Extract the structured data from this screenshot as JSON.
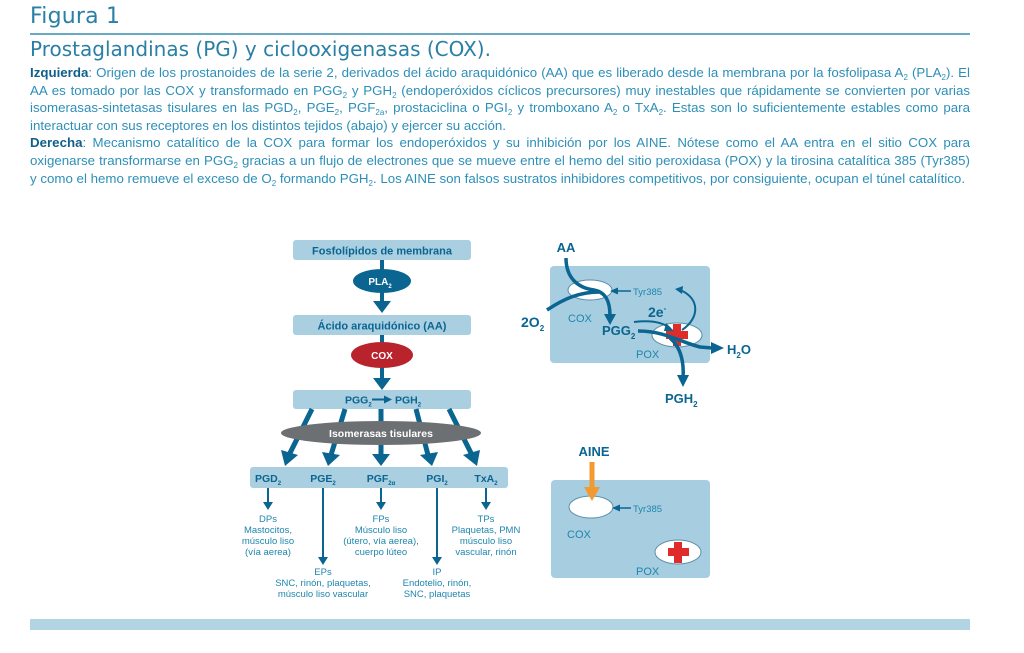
{
  "figure": {
    "label": "Figura 1",
    "title": "Prostaglandinas (PG) y ciclooxigenasas (COX)."
  },
  "caption": {
    "left_heading": "Izquierda",
    "left_text": [
      ": Origen de los prostanoides de la serie 2, derivados del ácido araquidónico (AA) que es liberado desde la membrana por la fosfolipasa A",
      "2",
      " (PLA",
      "2",
      "). El AA es tomado por las COX y transformado en PGG",
      "2",
      " y PGH",
      "2",
      " (endoperóxidos cíclicos precursores) muy inestables que rápidamente se convierten por varias isomerasas-sintetasas tisulares en las PGD",
      "2",
      ", PGE",
      "2",
      ", PGF",
      "2a",
      ", prostaciclina o PGI",
      "2",
      " y tromboxano A",
      "2",
      " o TxA",
      "2",
      ". Estas son lo suficientemente estables como para interactuar con sus receptores en los distintos tejidos (abajo) y ejercer su acción."
    ],
    "right_heading": "Derecha",
    "right_text": [
      ": Mecanismo catalítico de la COX para formar los endoperóxidos y su inhibición por los AINE. Nótese como el AA entra en el sitio COX para oxigenarse transformarse en PGG",
      "2",
      " gracias a un flujo de electrones que se mueve entre el hemo del sitio peroxidasa (POX) y la tirosina catalítica 385 (Tyr385) y como el hemo remueve el exceso de O",
      "2",
      " formando PGH",
      "2",
      ". Los AINE son falsos sustratos inhibidores competitivos, por consiguiente, ocupan el túnel catalítico."
    ]
  },
  "left_diagram": {
    "membrane": "Fosfolípidos de membrana",
    "pla": {
      "base": "PLA",
      "sub": "2"
    },
    "aa": "Ácido araquidónico (AA)",
    "cox": "COX",
    "pgg": {
      "base": "PGG",
      "sub": "2"
    },
    "pgh": {
      "base": "PGH",
      "sub": "2"
    },
    "isomerases": "Isomerasas tisulares",
    "products": [
      {
        "base": "PGD",
        "sub": "2",
        "receptor": "DPs",
        "tissues": [
          "Mastocitos,",
          "músculo liso",
          "(vía aerea)"
        ]
      },
      {
        "base": "PGE",
        "sub": "2",
        "receptor": "EPs",
        "tissues": [
          "SNC, rinón, plaquetas,",
          "músculo liso vascular"
        ]
      },
      {
        "base": "PGF",
        "sub": "2α",
        "receptor": "FPs",
        "tissues": [
          "Músculo liso",
          "(útero, vía aerea),",
          "cuerpo lúteo"
        ]
      },
      {
        "base": "PGI",
        "sub": "2",
        "receptor": "IP",
        "tissues": [
          "Endotelio, rinón,",
          "SNC, plaquetas"
        ]
      },
      {
        "base": "TxA",
        "sub": "2",
        "receptor": "TPs",
        "tissues": [
          "Plaquetas, PMN",
          "músculo liso",
          "vascular, rinón"
        ]
      }
    ]
  },
  "right_diagram": {
    "top": {
      "aa": "AA",
      "o2": {
        "base": "2O",
        "sub": "2"
      },
      "cox": "COX",
      "tyr": "Tyr385",
      "electrons": {
        "base": "2e",
        "sup": "-"
      },
      "pgg": {
        "base": "PGG",
        "sub": "2"
      },
      "pox": "POX",
      "h2o": {
        "a": "H",
        "sub": "2",
        "b": "O"
      },
      "pgh": {
        "base": "PGH",
        "sub": "2"
      }
    },
    "bottom": {
      "aine": "AINE",
      "cox": "COX",
      "tyr": "Tyr385",
      "pox": "POX"
    }
  },
  "colors": {
    "dark_blue": "#0a6591",
    "light_blue_box": "#a9cfe0",
    "panel_blue": "#a6cde0",
    "cox_red": "#b8232c",
    "heme_red": "#e02b2b",
    "iso_gray": "#6d7073",
    "aine_orange": "#f29a2e"
  }
}
